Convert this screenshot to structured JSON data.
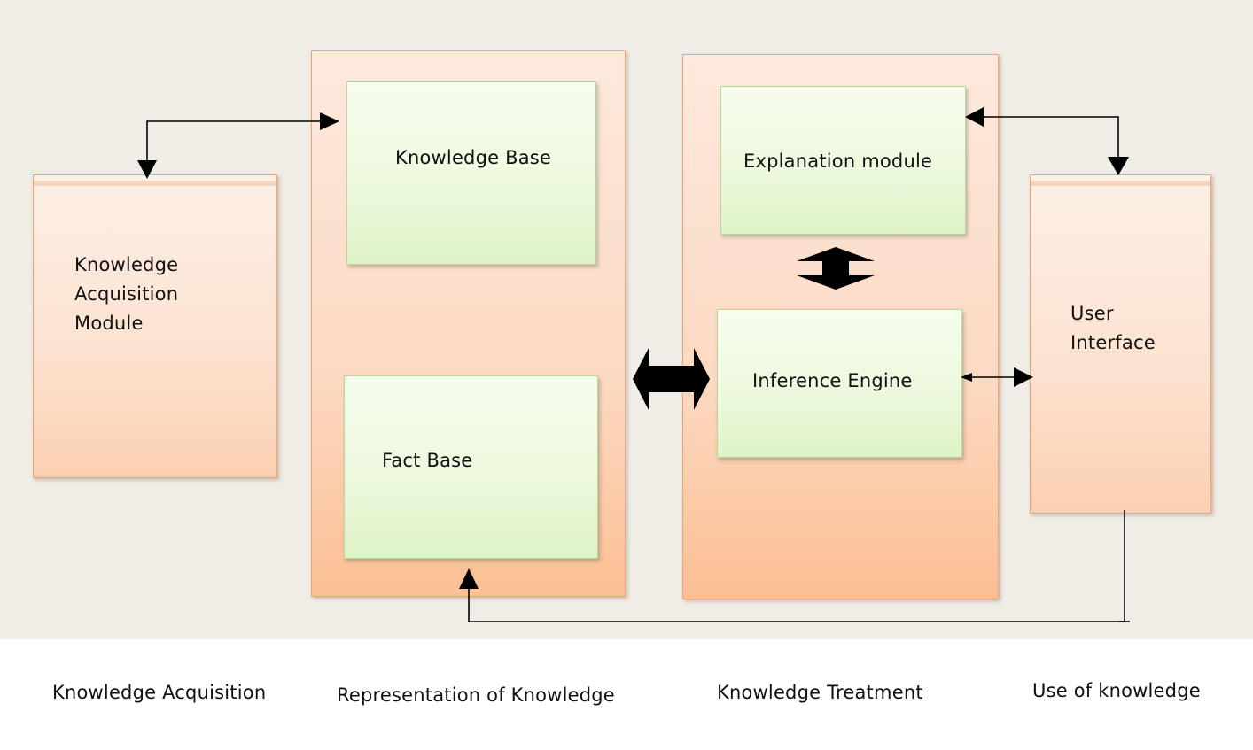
{
  "panels": {
    "acquisition_module": [
      "Knowledge",
      "Acquisition",
      "Module"
    ],
    "user_interface": [
      "User",
      "Interface"
    ]
  },
  "boxes": {
    "knowledge_base": "Knowledge Base",
    "fact_base": "Fact Base",
    "explanation_module": "Explanation module",
    "inference_engine": "Inference Engine"
  },
  "captions": {
    "acquisition": "Knowledge Acquisition",
    "representation": "Representation of Knowledge",
    "treatment": "Knowledge Treatment",
    "use": "Use of knowledge"
  },
  "colors": {
    "panel_fill": "#fcd9c2",
    "panel_border": "#f0a374",
    "box_fill": "#ecf8dc",
    "box_border": "#b6d89a",
    "background": "#f0ede6"
  }
}
